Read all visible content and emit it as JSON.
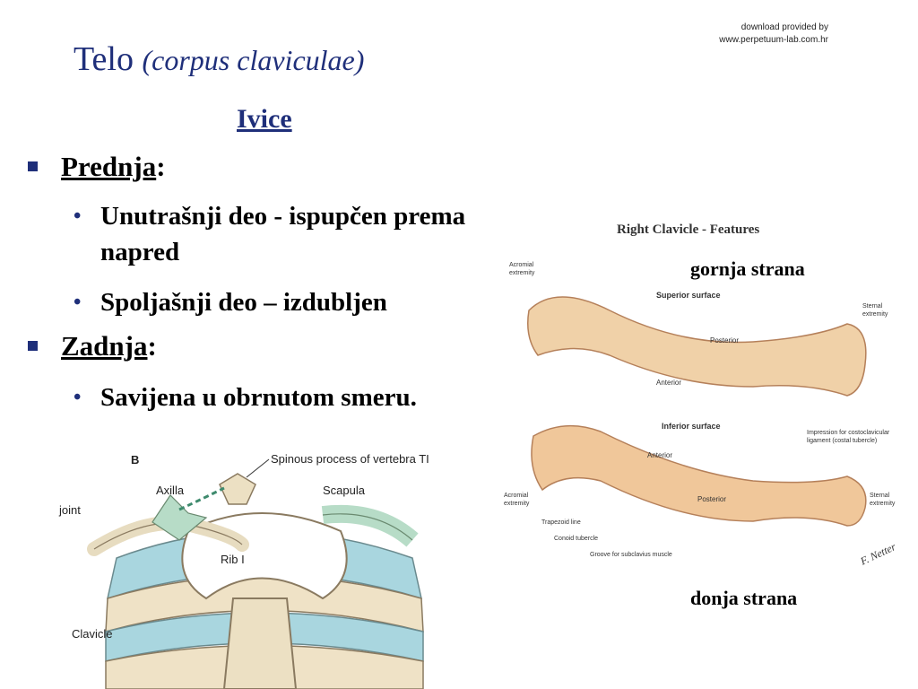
{
  "watermark": {
    "line1": "download provided by",
    "line2": "www.perpetuum-lab.com.hr"
  },
  "title": {
    "main": "Telo",
    "italic": "(corpus claviculae)"
  },
  "subhead": "Ivice",
  "bullets": [
    {
      "label": "Prednja",
      "colon": ":",
      "subs": [
        "Unutrašnji deo - ispupčen prema napred",
        "Spoljašnji deo – izdubljen"
      ]
    },
    {
      "label": "Zadnja",
      "colon": ":",
      "subs": [
        "Savijena u obrnutom smeru."
      ]
    }
  ],
  "figure_left": {
    "panel": "B",
    "spinous": "Spinous process of vertebra TI",
    "axilla": "Axilla",
    "scapula": "Scapula",
    "joint": "joint",
    "rib": "Rib I",
    "clavicle": "Clavicle"
  },
  "figure_right": {
    "title": "Right Clavicle - Features",
    "superior": "Superior surface",
    "acromial_top": [
      "Acromial",
      "extremity"
    ],
    "sternal_top": [
      "Sternal",
      "extremity"
    ],
    "posterior_top": "Posterior",
    "anterior_top": "Anterior",
    "inferior": "Inferior surface",
    "anterior_bottom": "Anterior",
    "posterior_bottom": "Posterior",
    "impression": [
      "Impression for costoclavicular",
      "ligament (costal tubercle)"
    ],
    "acromial_bottom": [
      "Acromial",
      "extremity"
    ],
    "sternal_bottom": [
      "Sternal",
      "extremity"
    ],
    "trapezoid": "Trapezoid line",
    "conoid": "Conoid tubercle",
    "groove": "Groove for subclavius muscle",
    "signature": "F. Netter"
  },
  "captions": {
    "top": "gornja strana",
    "bottom": "donja strana"
  }
}
